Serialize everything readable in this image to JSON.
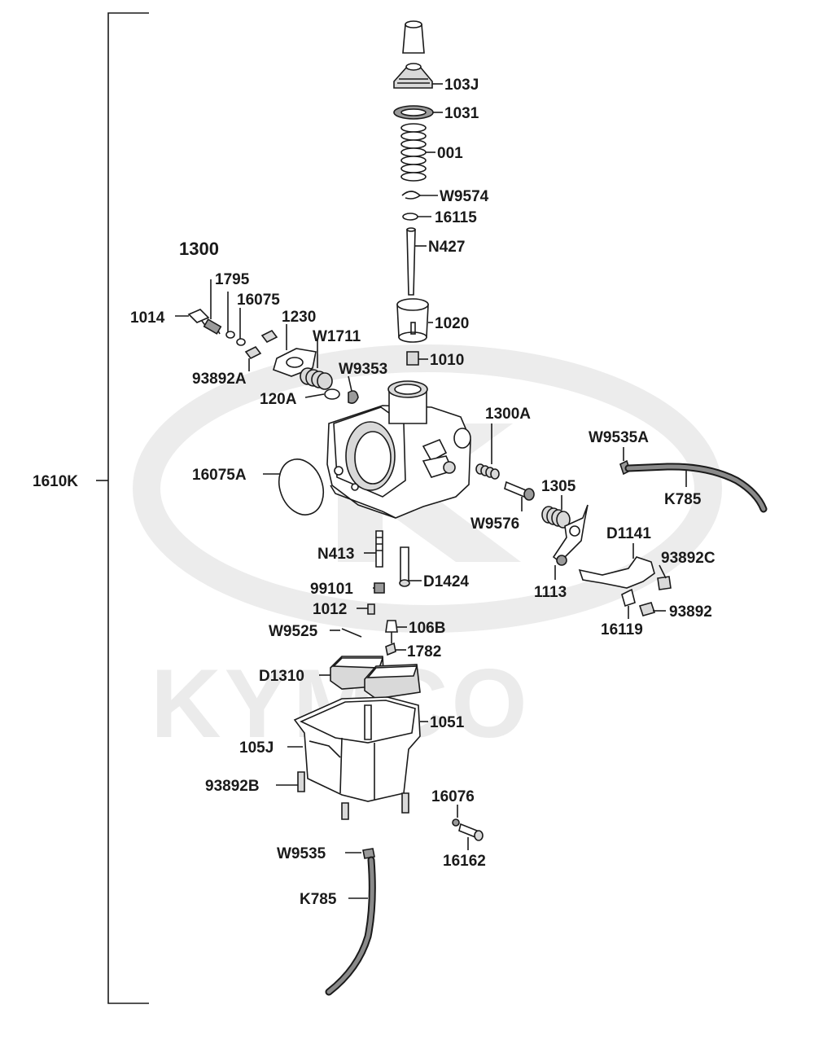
{
  "watermark": {
    "brand": "KYMCO"
  },
  "assembly": {
    "label": "1610K"
  },
  "parts": {
    "p103J": "103J",
    "p1031": "1031",
    "p001": "001",
    "pW9574": "W9574",
    "p16115": "16115",
    "pN427": "N427",
    "p1020": "1020",
    "p1010": "1010",
    "p1300": "1300",
    "p1795": "1795",
    "p16075": "16075",
    "p1014": "1014",
    "p1230": "1230",
    "pW1711": "W1711",
    "p93892A": "93892A",
    "pW9353": "W9353",
    "p120A": "120A",
    "p1300A": "1300A",
    "pW9535A": "W9535A",
    "p16075A": "16075A",
    "pK785a": "K785",
    "p1305": "1305",
    "pW9576": "W9576",
    "pD1141": "D1141",
    "p93892C": "93892C",
    "pN413": "N413",
    "pD1424": "D1424",
    "p1113": "1113",
    "p99101": "99101",
    "p93892": "93892",
    "p1012": "1012",
    "p16119": "16119",
    "pW9525": "W9525",
    "p106B": "106B",
    "p1782": "1782",
    "pD1310": "D1310",
    "p1051": "1051",
    "p105J": "105J",
    "p93892B": "93892B",
    "p16076": "16076",
    "pW9535": "W9535",
    "p16162": "16162",
    "pK785b": "K785"
  }
}
